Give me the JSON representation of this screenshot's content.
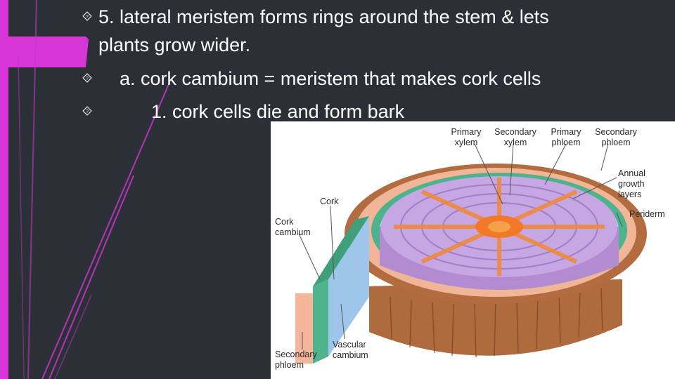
{
  "slide": {
    "bullets": [
      {
        "line1": "5. lateral meristem forms rings around the stem & lets",
        "line2": "plants grow wider."
      },
      {
        "text": "a. cork cambium = meristem that makes cork cells"
      },
      {
        "text": "1. cork cells die and form bark"
      }
    ]
  },
  "figure": {
    "labels": {
      "primary_xylem": [
        "Primary",
        "xylem"
      ],
      "secondary_xylem": [
        "Secondary",
        "xylem"
      ],
      "primary_phloem": [
        "Primary",
        "phloem"
      ],
      "secondary_phloem_top": [
        "Secondary",
        "phloem"
      ],
      "annual_growth": [
        "Annual",
        "growth",
        "layers"
      ],
      "periderm": "Periderm",
      "cork": "Cork",
      "cork_cambium": [
        "Cork",
        "cambium"
      ],
      "secondary_phloem_bottom": [
        "Secondary",
        "phloem"
      ],
      "vascular_cambium": [
        "Vascular",
        "cambium"
      ]
    }
  },
  "colors": {
    "background": "#2b2f36",
    "accent": "#d636d6",
    "text": "#ffffff"
  }
}
